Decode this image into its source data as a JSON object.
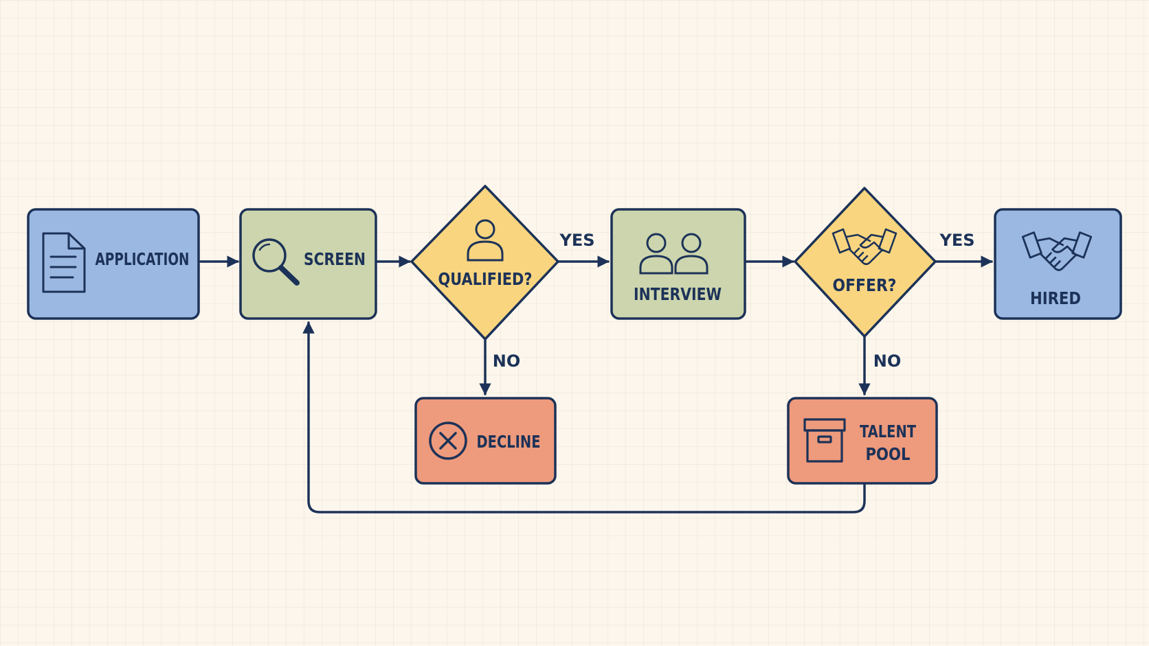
{
  "colors": {
    "outline": "#1c3258",
    "blue": "#9bb8e2",
    "green": "#ccd5ad",
    "yellow": "#f9d57f",
    "red": "#ee9a7c",
    "background": "#fcf6ec"
  },
  "nodes": {
    "application": {
      "label": "APPLICATION",
      "icon": "document-icon"
    },
    "screen": {
      "label": "SCREEN",
      "icon": "magnifier-icon"
    },
    "qualified": {
      "label": "QUALIFIED?",
      "icon": "person-icon"
    },
    "interview": {
      "label": "INTERVIEW",
      "icon": "two-people-icon"
    },
    "offer": {
      "label": "OFFER?",
      "icon": "handshake-icon"
    },
    "hired": {
      "label": "HIRED",
      "icon": "handshake-icon"
    },
    "decline": {
      "label": "DECLINE",
      "icon": "x-circle-icon"
    },
    "talent_pool": {
      "label_line1": "TALENT",
      "label_line2": "POOL",
      "icon": "archive-box-icon"
    }
  },
  "edges": {
    "qualified_yes": "YES",
    "qualified_no": "NO",
    "offer_yes": "YES",
    "offer_no": "NO"
  }
}
